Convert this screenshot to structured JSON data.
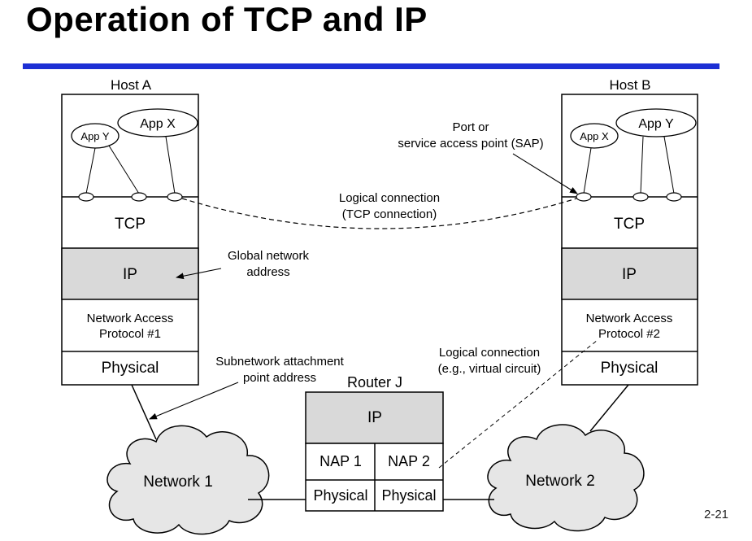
{
  "title": "Operation of TCP and IP",
  "slide_number": "2-21",
  "colors": {
    "rule": "#1c2fd4",
    "ip_layer": "#d9d9d9",
    "cloud": "#e6e6e6"
  },
  "host_a": {
    "label": "Host A",
    "app_y": "App Y",
    "app_x": "App X",
    "tcp": "TCP",
    "ip": "IP",
    "nap_line1": "Network Access",
    "nap_line2": "Protocol #1",
    "physical": "Physical"
  },
  "host_b": {
    "label": "Host B",
    "app_x": "App X",
    "app_y": "App Y",
    "tcp": "TCP",
    "ip": "IP",
    "nap_line1": "Network Access",
    "nap_line2": "Protocol #2",
    "physical": "Physical"
  },
  "router": {
    "label": "Router J",
    "ip": "IP",
    "nap1": "NAP 1",
    "nap2": "NAP 2",
    "physical1": "Physical",
    "physical2": "Physical"
  },
  "networks": {
    "network1": "Network 1",
    "network2": "Network 2"
  },
  "annotations": {
    "port_line1": "Port or",
    "port_line2": "service access point (SAP)",
    "logical_tcp_line1": "Logical connection",
    "logical_tcp_line2": "(TCP connection)",
    "global_line1": "Global network",
    "global_line2": "address",
    "subnet_line1": "Subnetwork attachment",
    "subnet_line2": "point address",
    "logical_vc_line1": "Logical connection",
    "logical_vc_line2": "(e.g., virtual circuit)"
  }
}
